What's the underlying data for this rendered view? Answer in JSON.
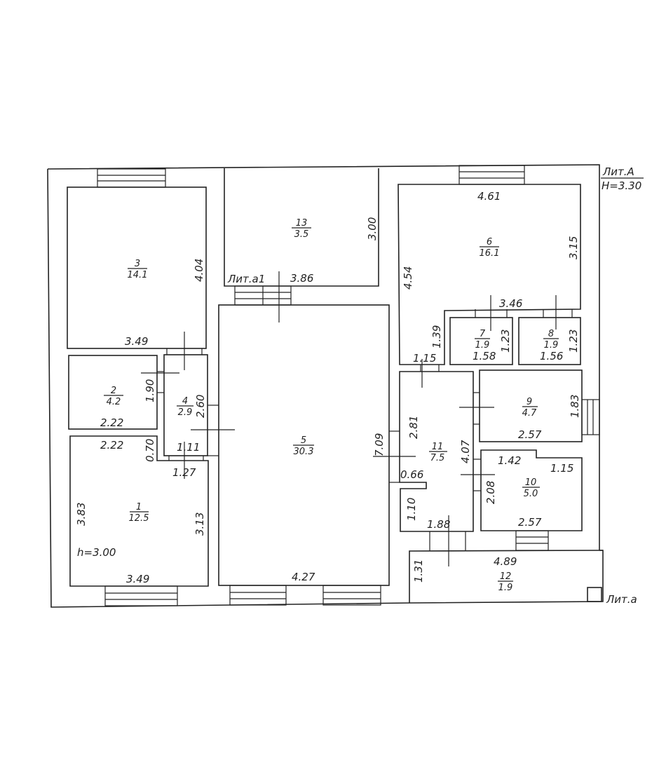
{
  "plan": {
    "building_label": "Лит.А",
    "building_height": "H=3.30",
    "annex_label": "Лит.а",
    "annex1_label": "Лит.а1",
    "room1_height": "h=3.00"
  },
  "rooms": [
    {
      "number": "1",
      "area": "12.5"
    },
    {
      "number": "2",
      "area": "4.2"
    },
    {
      "number": "3",
      "area": "14.1"
    },
    {
      "number": "4",
      "area": "2.9"
    },
    {
      "number": "5",
      "area": "30.3"
    },
    {
      "number": "6",
      "area": "16.1"
    },
    {
      "number": "7",
      "area": "1.9"
    },
    {
      "number": "8",
      "area": "1.9"
    },
    {
      "number": "9",
      "area": "4.7"
    },
    {
      "number": "10",
      "area": "5.0"
    },
    {
      "number": "11",
      "area": "7.5"
    },
    {
      "number": "12",
      "area": "1.9"
    },
    {
      "number": "13",
      "area": "3.5"
    }
  ],
  "dimensions": {
    "r3_h": "4.04",
    "r3_w": "3.49",
    "r13_h": "3.00",
    "r13_w": "3.86",
    "r2_h": "1.90",
    "r2_w": "2.22",
    "r4_h": "2.60",
    "r4_w": "1.11",
    "r1_top": "2.22",
    "r1_notch": "0.70",
    "r1_notch_w": "1.27",
    "r1_left": "3.83",
    "r1_right": "3.13",
    "r1_w": "3.49",
    "r5_h": "7.09",
    "r5_w": "4.27",
    "r6_w": "4.61",
    "r6_right": "3.15",
    "r6_left": "4.54",
    "r6_bottom": "3.46",
    "r6_step": "1.39",
    "r6_step_w": "1.15",
    "r7_h": "1.23",
    "r7_w": "1.58",
    "r8_h": "1.23",
    "r8_w": "1.56",
    "r9_h": "1.83",
    "r9_w": "2.57",
    "r11_top": "2.81",
    "r11_h": "4.07",
    "r11_notch": "0.66",
    "r11_low": "1.10",
    "r11_w": "1.88",
    "r10_top": "1.42",
    "r10_top2": "1.15",
    "r10_h": "2.08",
    "r10_w": "2.57",
    "r12_w": "4.89",
    "r12_h": "1.31"
  }
}
